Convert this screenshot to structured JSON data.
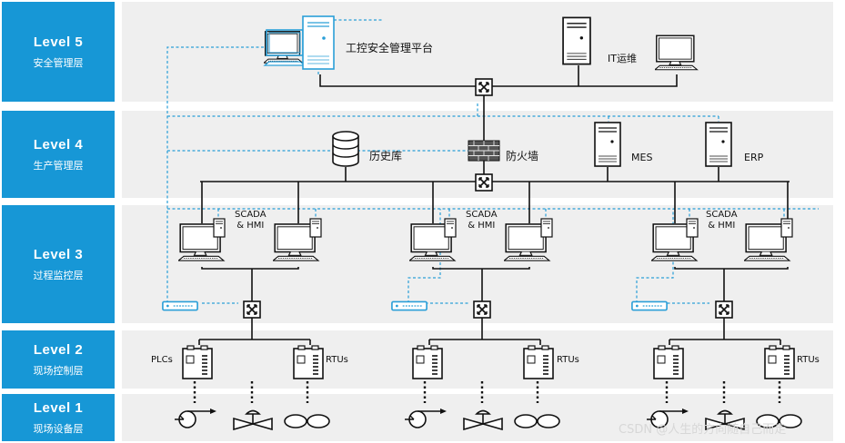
{
  "levels": [
    {
      "num": "Level 5",
      "name": "安全管理层"
    },
    {
      "num": "Level 4",
      "name": "生产管理层"
    },
    {
      "num": "Level 3",
      "name": "过程监控层"
    },
    {
      "num": "Level 2",
      "name": "现场控制层"
    },
    {
      "num": "Level 1",
      "name": "现场设备层"
    }
  ],
  "labels": {
    "ics_platform": "工控安全管理平台",
    "it_ops": "IT运维",
    "history_db": "历史库",
    "firewall": "防火墙",
    "mes": "MES",
    "erp": "ERP",
    "scada_line1": "SCADA",
    "scada_line2": "& HMI",
    "plcs": "PLCs",
    "rtus": "RTUs"
  },
  "colors": {
    "level_blue": "#1797d6",
    "band_gray": "#efefef",
    "line_black": "#111111",
    "dash_blue": "#2a9fd8"
  },
  "watermark": "CSDN @人生的方向随自己而走"
}
